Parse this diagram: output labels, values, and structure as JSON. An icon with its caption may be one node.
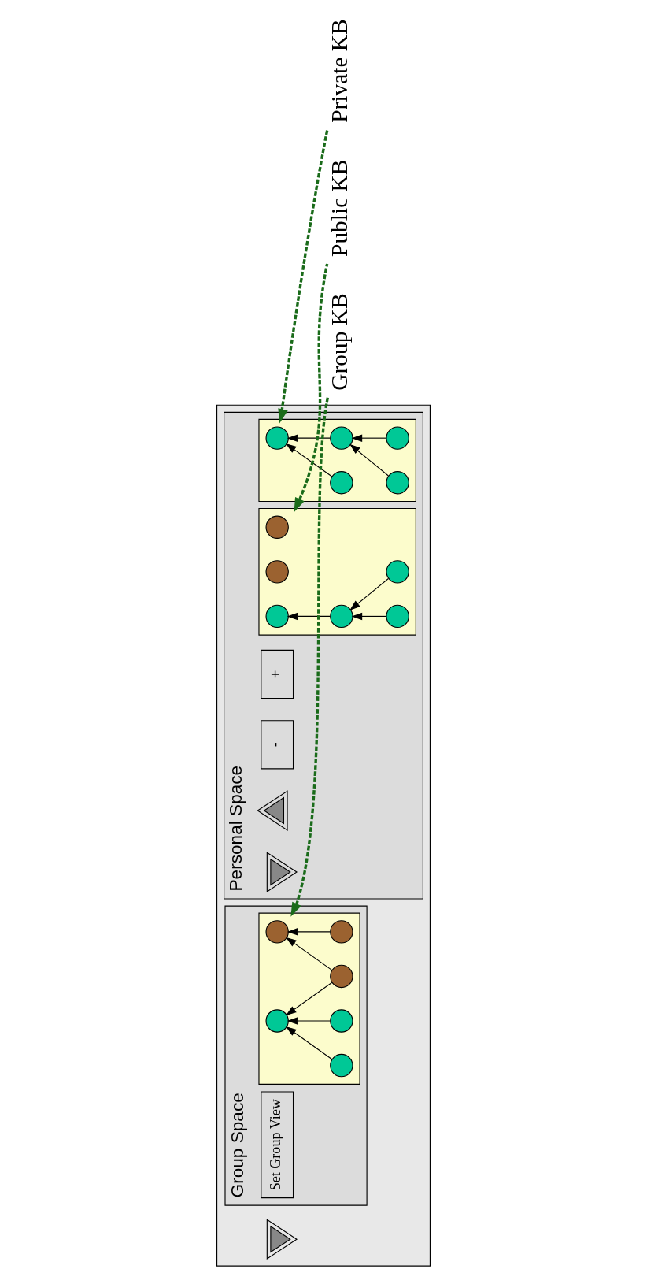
{
  "diagram": {
    "nodes": [
      {
        "text": [],
        "shape": "box"
      },
      {
        "text": [
          "Personal Space"
        ],
        "in": 0
      },
      {
        "text": [
          "+"
        ],
        "in": 1
      },
      {
        "text": [
          "-"
        ],
        "in": 1
      },
      {
        "text": [],
        "shape": "box",
        "in": 1
      },
      {
        "text": [],
        "shape": "circle",
        "in": 4
      },
      {
        "text": [],
        "shape": "circle",
        "in": 4
      },
      {
        "text": [],
        "shape": "circle",
        "in": 4
      },
      {
        "text": [],
        "shape": "circle",
        "in": 4
      },
      {
        "text": [],
        "shape": "circle",
        "in": 4
      },
      {
        "text": [],
        "shape": "triangle",
        "in": 1
      },
      {
        "text": [],
        "shape": "triangle",
        "in": 1
      },
      {
        "text": [],
        "shape": "box",
        "in": 1
      },
      {
        "text": [],
        "shape": "circle",
        "in": 12
      },
      {
        "text": [],
        "shape": "circle",
        "in": 12
      },
      {
        "text": [],
        "shape": "circle",
        "in": 12
      },
      {
        "text": [],
        "shape": "circle",
        "in": 12
      },
      {
        "text": [],
        "shape": "circle",
        "in": 12
      },
      {
        "text": [],
        "shape": "circle",
        "in": 12
      },
      {
        "text": [],
        "shape": "triangle",
        "in": 0
      },
      {
        "text": [
          "Group Space"
        ],
        "in": 0
      },
      {
        "text": [
          "Set Group View"
        ],
        "in": 20
      },
      {
        "text": [],
        "shape": "box",
        "in": 20
      },
      {
        "text": [],
        "shape": "circle",
        "in": 22
      },
      {
        "text": [],
        "shape": "circle",
        "in": 22
      },
      {
        "text": [],
        "shape": "circle",
        "in": 22
      },
      {
        "text": [],
        "shape": "circle",
        "in": 22
      },
      {
        "text": [],
        "shape": "circle",
        "in": 22
      },
      {
        "text": [],
        "shape": "circle",
        "in": 22
      },
      {
        "text": [
          "Private KB"
        ]
      },
      {
        "text": [
          "Public KB"
        ]
      },
      {
        "text": [
          "Group KB"
        ]
      }
    ],
    "edges": [
      {
        "from": 6,
        "to": 5,
        "arrow": "to"
      },
      {
        "from": 7,
        "to": 5,
        "arrow": "to"
      },
      {
        "from": 8,
        "to": 7,
        "arrow": "to"
      },
      {
        "from": 9,
        "to": 7,
        "arrow": "to"
      },
      {
        "from": 16,
        "to": 15,
        "arrow": "to"
      },
      {
        "from": 17,
        "to": 16,
        "arrow": "to"
      },
      {
        "from": 18,
        "to": 16,
        "arrow": "to"
      },
      {
        "from": 24,
        "to": 23,
        "arrow": "to"
      },
      {
        "from": 25,
        "to": 23,
        "arrow": "to"
      },
      {
        "from": 25,
        "to": 26,
        "arrow": "to"
      },
      {
        "from": 27,
        "to": 26,
        "arrow": "to"
      },
      {
        "from": 28,
        "to": 26,
        "arrow": "to"
      },
      {
        "from": 29,
        "to": 4,
        "arrow": "to",
        "style": "dashed",
        "color": "#1a6b1a"
      },
      {
        "from": 30,
        "to": 12,
        "arrow": "to",
        "style": "dashed",
        "color": "#1a6b1a"
      },
      {
        "from": 31,
        "to": 22,
        "arrow": "to",
        "style": "dashed",
        "color": "#1a6b1a"
      }
    ]
  }
}
